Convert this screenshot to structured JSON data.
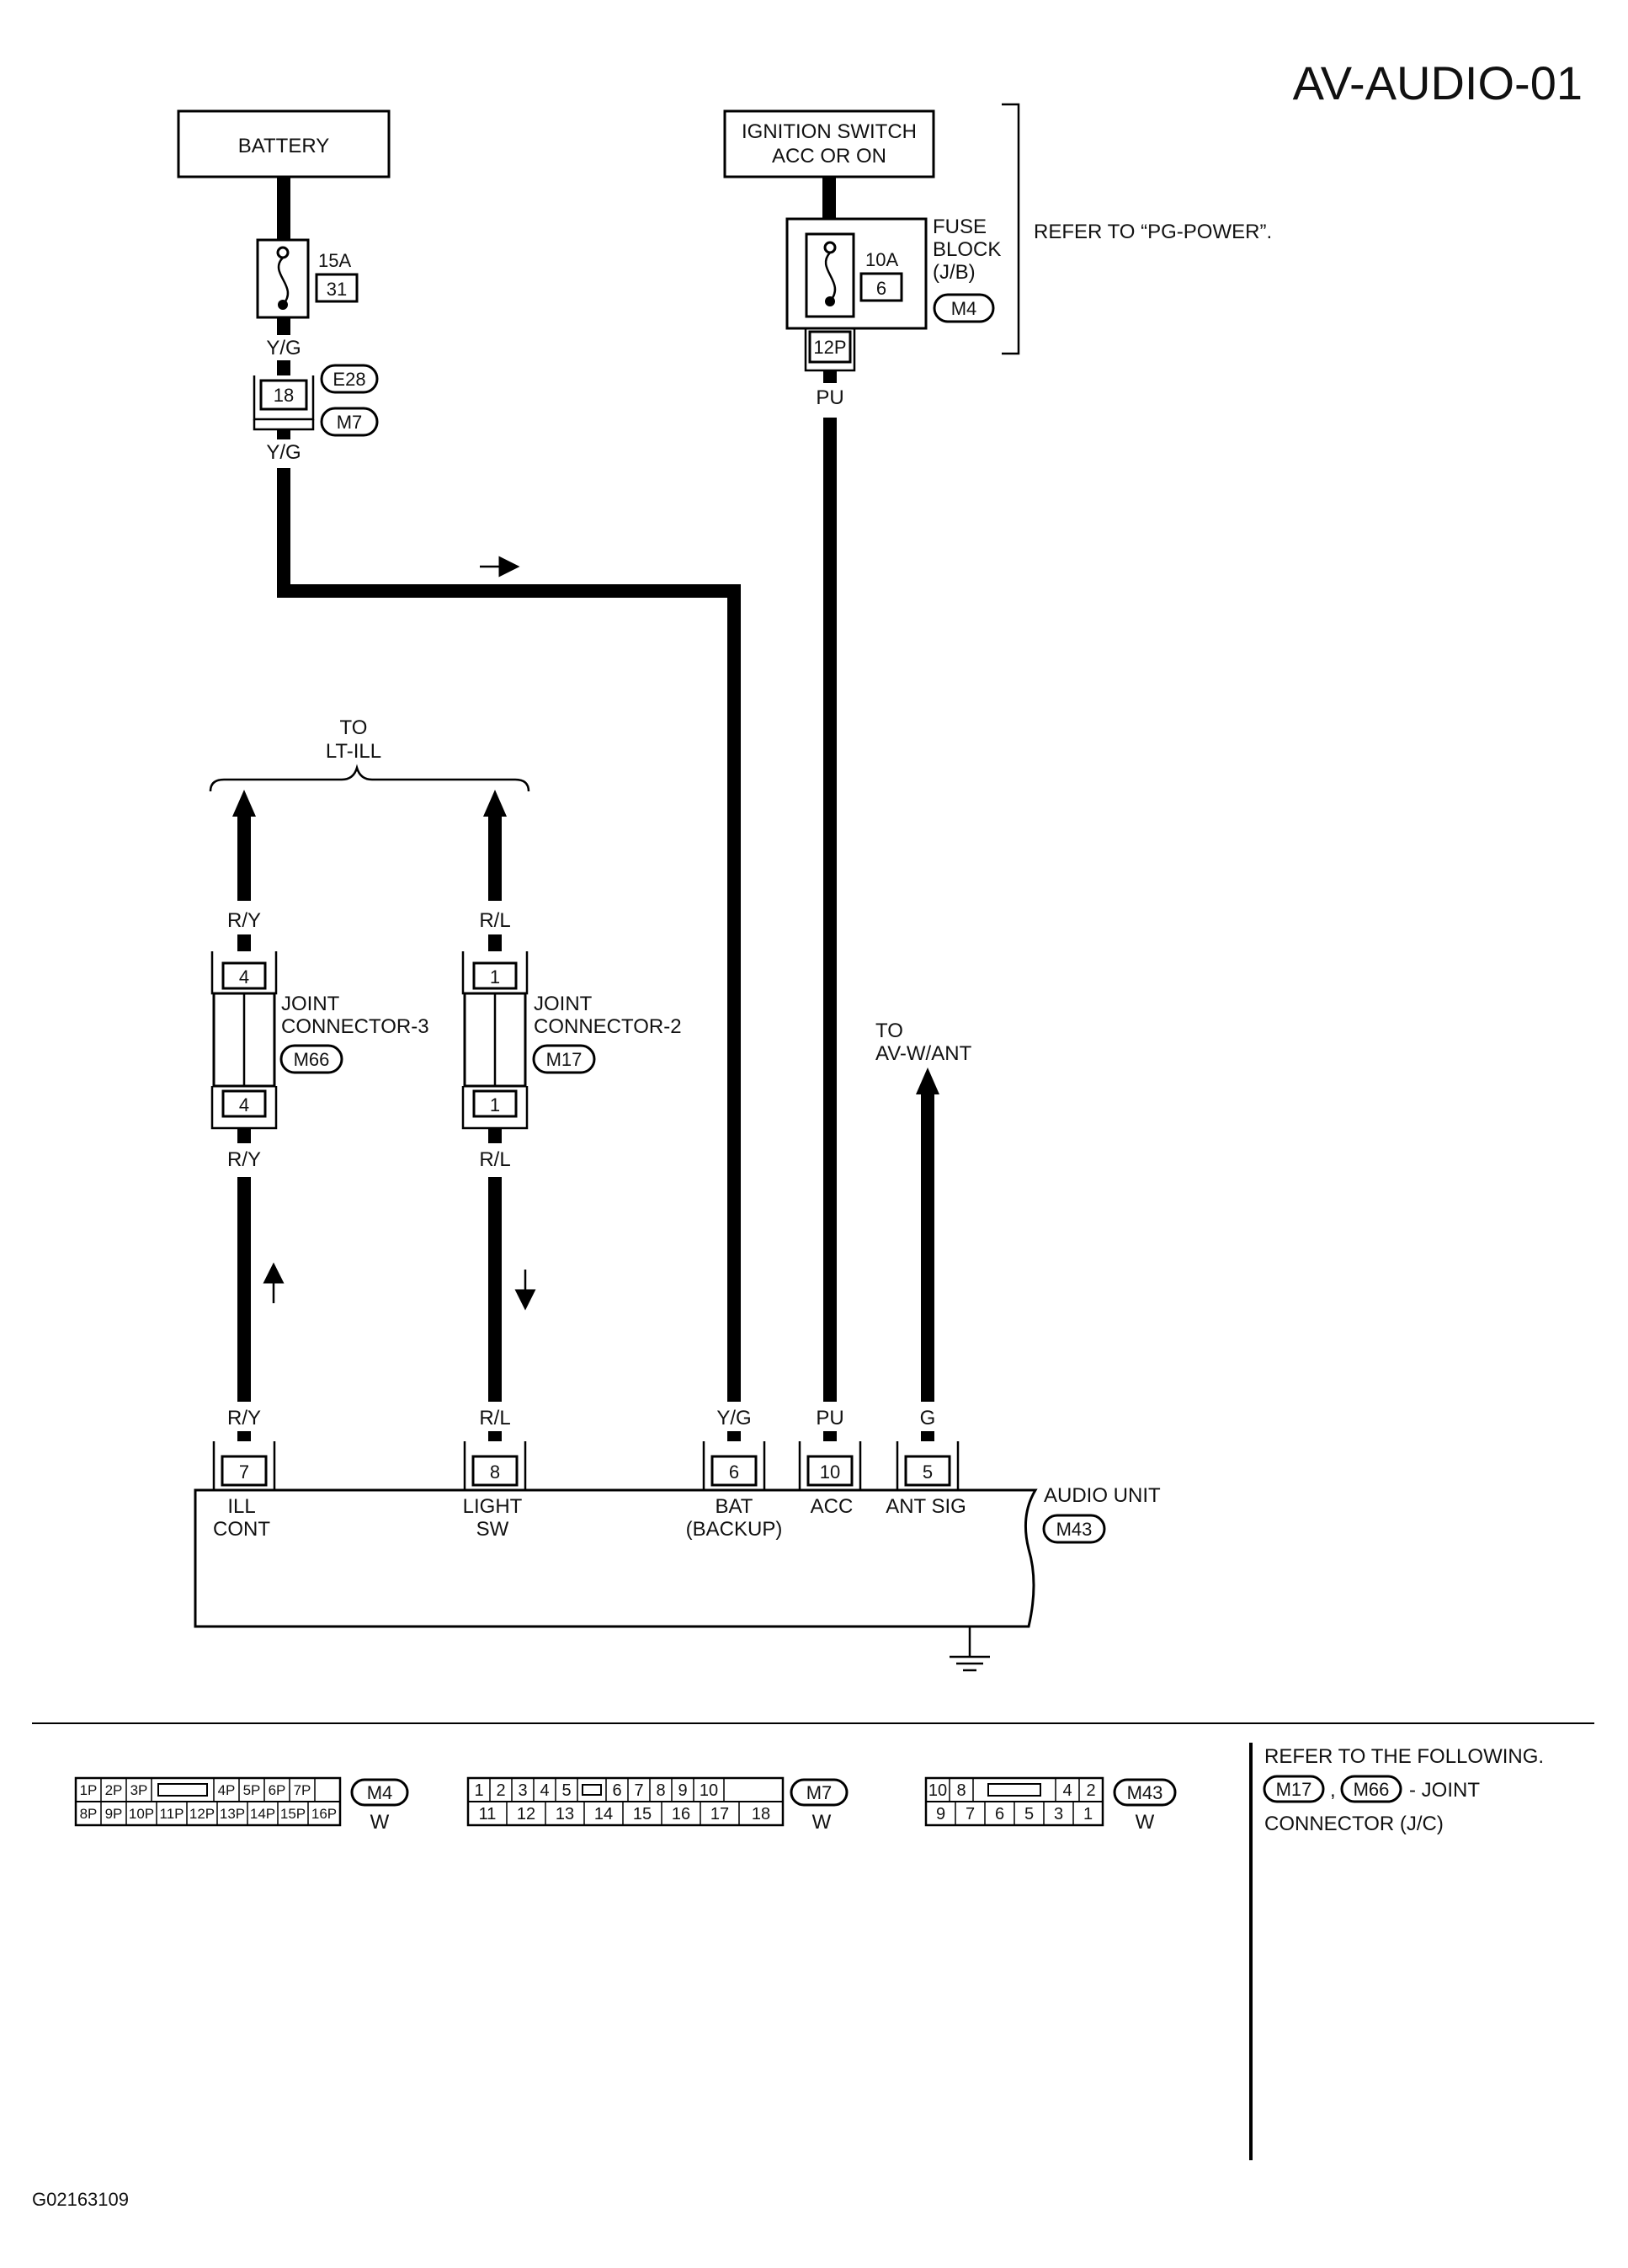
{
  "title": "AV-AUDIO-01",
  "battery": {
    "label": "BATTERY",
    "fuse_amp": "15A",
    "fuse_no": "31"
  },
  "ignition": {
    "label_1": "IGNITION SWITCH",
    "label_2": "ACC OR ON",
    "fuse_amp": "10A",
    "fuse_no": "6"
  },
  "fuse_block": {
    "label_1": "FUSE",
    "label_2": "BLOCK",
    "label_3": "(J/B)",
    "connector": "M4",
    "pin": "12P",
    "refer": "REFER TO “PG-POWER”."
  },
  "wires": {
    "yg": "Y/G",
    "pu": "PU",
    "ry": "R/Y",
    "rl": "R/L",
    "g": "G"
  },
  "connector_e28": {
    "pin": "18",
    "id_1": "E28",
    "id_2": "M7"
  },
  "lt_ill": {
    "label_1": "TO",
    "label_2": "LT-ILL"
  },
  "av_ant": {
    "label_1": "TO",
    "label_2": "AV-W/ANT"
  },
  "joint_3": {
    "pin": "4",
    "label_1": "JOINT",
    "label_2": "CONNECTOR-3",
    "id": "M66"
  },
  "joint_2": {
    "pin": "1",
    "label_1": "JOINT",
    "label_2": "CONNECTOR-2",
    "id": "M17"
  },
  "audio_unit": {
    "label": "AUDIO UNIT",
    "id": "M43",
    "terminals": [
      {
        "pin": "7",
        "name_1": "ILL",
        "name_2": "CONT"
      },
      {
        "pin": "8",
        "name_1": "LIGHT",
        "name_2": "SW"
      },
      {
        "pin": "6",
        "name_1": "BAT",
        "name_2": "(BACKUP)"
      },
      {
        "pin": "10",
        "name_1": "ACC",
        "name_2": ""
      },
      {
        "pin": "5",
        "name_1": "ANT SIG",
        "name_2": ""
      }
    ]
  },
  "connectors_legend": {
    "m4": {
      "id": "M4",
      "color": "W",
      "top": [
        "1P",
        "2P",
        "3P",
        "4P",
        "5P",
        "6P",
        "7P"
      ],
      "bottom": [
        "8P",
        "9P",
        "10P",
        "11P",
        "12P",
        "13P",
        "14P",
        "15P",
        "16P"
      ]
    },
    "m7": {
      "id": "M7",
      "color": "W",
      "top": [
        "1",
        "2",
        "3",
        "4",
        "5",
        "6",
        "7",
        "8",
        "9",
        "10"
      ],
      "bottom": [
        "11",
        "12",
        "13",
        "14",
        "15",
        "16",
        "17",
        "18"
      ]
    },
    "m43": {
      "id": "M43",
      "color": "W",
      "top": [
        "10",
        "8",
        "4",
        "2"
      ],
      "bottom": [
        "9",
        "7",
        "6",
        "5",
        "3",
        "1"
      ]
    }
  },
  "refer_note": {
    "line_1": "REFER TO THE FOLLOWING.",
    "id_1": "M17",
    "sep": ",",
    "id_2": "M66",
    "line_2_suffix": "- JOINT",
    "line_3": "CONNECTOR (J/C)"
  },
  "figure_id": "G02163109"
}
